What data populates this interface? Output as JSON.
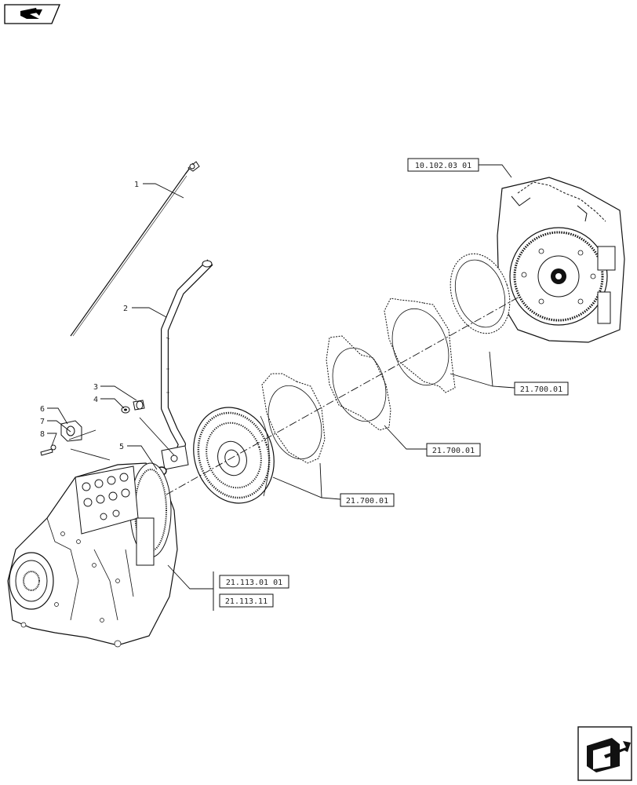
{
  "callouts": [
    {
      "number": "1"
    },
    {
      "number": "2"
    },
    {
      "number": "3"
    },
    {
      "number": "4"
    },
    {
      "number": "5"
    },
    {
      "number": "6"
    },
    {
      "number": "7"
    },
    {
      "number": "8"
    }
  ],
  "references": [
    {
      "code": "10.102.03 01"
    },
    {
      "code": "21.700.01"
    },
    {
      "code": "21.700.01"
    },
    {
      "code": "21.700.01"
    },
    {
      "code": "21.113.01 01"
    },
    {
      "code": "21.113.11"
    }
  ],
  "icons": {
    "top_left": "book-navigation-icon",
    "bottom_right": "next-page-arrow-icon"
  }
}
